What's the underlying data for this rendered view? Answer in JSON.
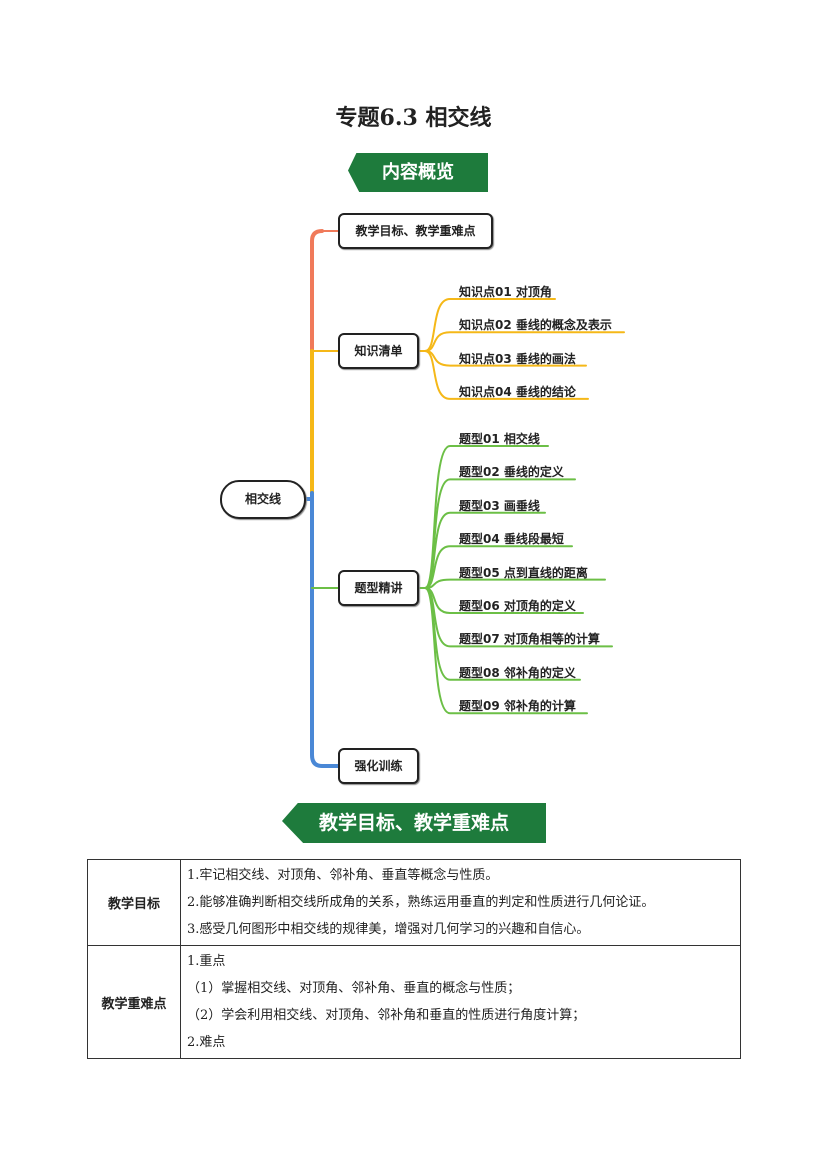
{
  "title": "专题6.3  相交线",
  "overview_banner": "内容概览",
  "mindmap": {
    "root": "相交线",
    "branches": [
      {
        "label": "教学目标、教学重难点",
        "color": "#f07a5a",
        "children": []
      },
      {
        "label": "知识清单",
        "color": "#f5b818",
        "children": [
          "知识点01  对顶角",
          "知识点02  垂线的概念及表示",
          "知识点03  垂线的画法",
          "知识点04  垂线的结论"
        ]
      },
      {
        "label": "题型精讲",
        "color": "#6cbf46",
        "children": [
          "题型01  相交线",
          "题型02  垂线的定义",
          "题型03  画垂线",
          "题型04  垂线段最短",
          "题型05  点到直线的距离",
          "题型06  对顶角的定义",
          "题型07  对顶角相等的计算",
          "题型08  邻补角的定义",
          "题型09  邻补角的计算"
        ]
      },
      {
        "label": "强化训练",
        "color": "#4a88d6",
        "children": []
      }
    ]
  },
  "goals_banner": "教学目标、教学重难点",
  "table": {
    "rows": [
      {
        "header": "教学目标",
        "lines": [
          "1.牢记相交线、对顶角、邻补角、垂直等概念与性质。",
          "2.能够准确判断相交线所成角的关系，熟练运用垂直的判定和性质进行几何论证。",
          "3.感受几何图形中相交线的规律美，增强对几何学习的兴趣和自信心。"
        ]
      },
      {
        "header": "教学重难点",
        "lines": [
          "1.重点",
          "（1）掌握相交线、对顶角、邻补角、垂直的概念与性质；",
          "（2）学会利用相交线、对顶角、邻补角和垂直的性质进行角度计算；",
          "2.难点"
        ]
      }
    ]
  }
}
